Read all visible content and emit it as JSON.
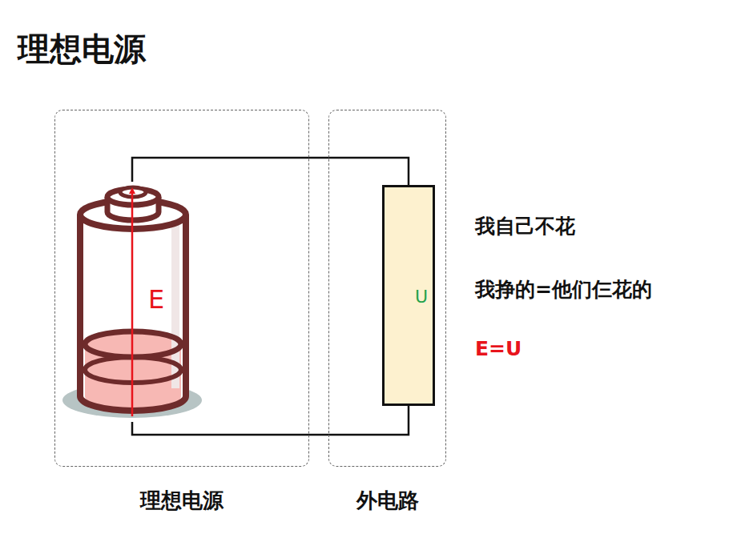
{
  "diagram": {
    "title": "理想电源",
    "nodes": [
      {
        "text": [
          "理想电源"
        ]
      },
      {
        "text": [
          "E"
        ],
        "in": 0
      },
      {
        "text": [
          "外电路"
        ]
      },
      {
        "text": [
          "U"
        ],
        "in": 2
      }
    ],
    "edges": [
      {
        "from": 1,
        "to": 3,
        "arrow": "none"
      },
      {
        "from": 1,
        "to": 3,
        "arrow": "none"
      }
    ],
    "labels": [
      "我自己不花",
      "我挣的=他们仨花的",
      "E=U"
    ]
  }
}
